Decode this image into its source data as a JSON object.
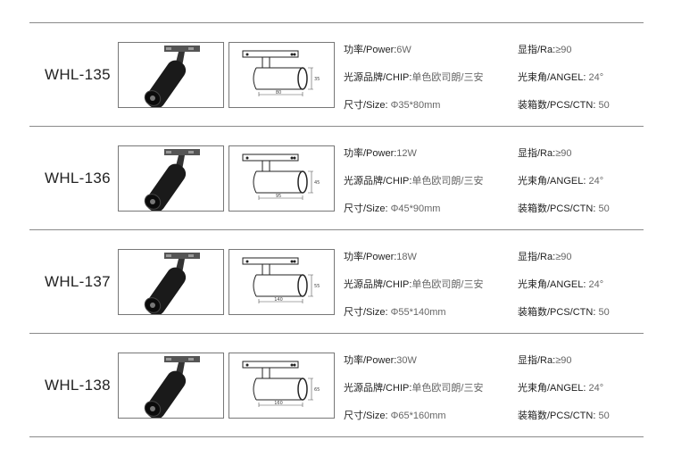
{
  "labels": {
    "power": "功率/Power:",
    "chip": "光源品牌/CHIP:",
    "size": "尺寸/Size:",
    "ra": "显指/Ra:",
    "angle": "光束角/ANGEL:",
    "pcs": "装箱数/PCS/CTN:"
  },
  "products": [
    {
      "model": "WHL-135",
      "power": "6W",
      "chip": "单色欧司朗/三安",
      "size": "Φ35*80mm",
      "ra": "≥90",
      "angle": "24°",
      "pcs": "50",
      "dim_len": "80",
      "dim_dia": "35"
    },
    {
      "model": "WHL-136",
      "power": "12W",
      "chip": "单色欧司朗/三安",
      "size": "Φ45*90mm",
      "ra": "≥90",
      "angle": "24°",
      "pcs": "50",
      "dim_len": "95",
      "dim_dia": "45"
    },
    {
      "model": "WHL-137",
      "power": "18W",
      "chip": "单色欧司朗/三安",
      "size": "Φ55*140mm",
      "ra": "≥90",
      "angle": "24°",
      "pcs": "50",
      "dim_len": "140",
      "dim_dia": "55"
    },
    {
      "model": "WHL-138",
      "power": "30W",
      "chip": "单色欧司朗/三安",
      "size": "Φ65*160mm",
      "ra": "≥90",
      "angle": "24°",
      "pcs": "50",
      "dim_len": "160",
      "dim_dia": "65"
    }
  ]
}
